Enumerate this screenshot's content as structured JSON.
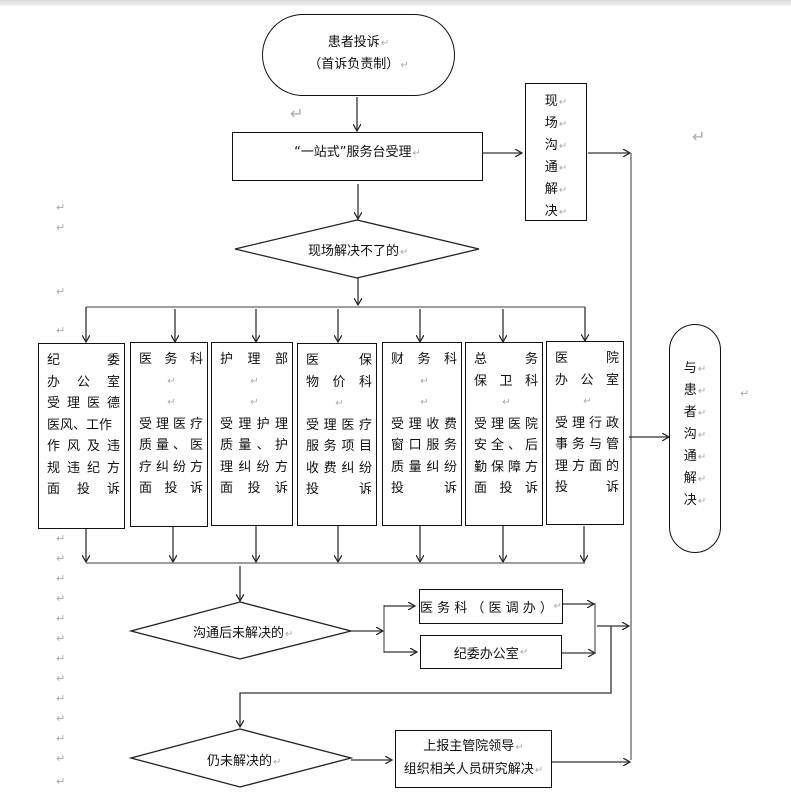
{
  "start": {
    "line1": "患者投诉",
    "line2": "（首诉负责制）"
  },
  "reception": {
    "label": "“一站式”服务台受理"
  },
  "onsite": {
    "chars": [
      "现",
      "场",
      "沟",
      "通",
      "解",
      "决"
    ]
  },
  "decision1": {
    "label": "现场解决不了的"
  },
  "departments": [
    {
      "title_rows": [
        [
          "纪",
          "委"
        ],
        [
          "办",
          "公",
          "室"
        ]
      ],
      "body_rows": [
        [
          "受",
          "理",
          "医",
          "德"
        ],
        [
          "医风、工作"
        ],
        [
          "作",
          "风",
          "及",
          "违"
        ],
        [
          "规",
          "违",
          "纪",
          "方"
        ],
        [
          "面",
          "投",
          "诉"
        ]
      ]
    },
    {
      "title_rows": [
        [
          "医",
          "务",
          "科"
        ]
      ],
      "body_rows": [
        [
          ""
        ],
        [
          ""
        ],
        [
          "受",
          "理",
          "医",
          "疗"
        ],
        [
          "质",
          "量",
          "、",
          "医"
        ],
        [
          "疗",
          "纠",
          "纷",
          "方"
        ],
        [
          "面",
          "投",
          "诉"
        ]
      ]
    },
    {
      "title_rows": [
        [
          "护",
          "理",
          "部"
        ]
      ],
      "body_rows": [
        [
          ""
        ],
        [
          ""
        ],
        [
          "受",
          "理",
          "护",
          "理"
        ],
        [
          "质",
          "量",
          "、",
          "护"
        ],
        [
          "理",
          "纠",
          "纷",
          "方"
        ],
        [
          "面",
          "投",
          "诉"
        ]
      ]
    },
    {
      "title_rows": [
        [
          "医",
          "保"
        ],
        [
          "物",
          "价",
          "科"
        ]
      ],
      "body_rows": [
        [
          ""
        ],
        [
          "受",
          "理",
          "医",
          "疗"
        ],
        [
          "服",
          "务",
          "项",
          "目"
        ],
        [
          "收",
          "费",
          "纠",
          "纷"
        ],
        [
          "投",
          "诉"
        ]
      ]
    },
    {
      "title_rows": [
        [
          "财",
          "务",
          "科"
        ]
      ],
      "body_rows": [
        [
          ""
        ],
        [
          ""
        ],
        [
          "受",
          "理",
          "收",
          "费"
        ],
        [
          "窗",
          "口",
          "服",
          "务"
        ],
        [
          "质",
          "量",
          "纠",
          "纷"
        ],
        [
          "投",
          "诉"
        ]
      ]
    },
    {
      "title_rows": [
        [
          "总",
          "务"
        ],
        [
          "保",
          "卫",
          "科"
        ]
      ],
      "body_rows": [
        [
          ""
        ],
        [
          "受",
          "理",
          "医",
          "院"
        ],
        [
          "安",
          "全",
          "、",
          "后"
        ],
        [
          "勤",
          "保",
          "障",
          "方"
        ],
        [
          "面",
          "投",
          "诉"
        ]
      ]
    },
    {
      "title_rows": [
        [
          "医",
          "院"
        ],
        [
          "办",
          "公",
          "室"
        ]
      ],
      "body_rows": [
        [
          ""
        ],
        [
          "受",
          "理",
          "行",
          "政"
        ],
        [
          "事",
          "务",
          "与",
          "管"
        ],
        [
          "理",
          "方",
          "面",
          "的"
        ],
        [
          "投",
          "诉"
        ]
      ]
    }
  ],
  "decision2": {
    "label": "沟通后未解决的"
  },
  "medical_office": {
    "label": "医 务 科 （ 医 调 办 ）"
  },
  "discipline_office": {
    "label": "纪委办公室"
  },
  "decision3": {
    "label": "仍未解决的"
  },
  "escalate": {
    "line1": "上报主管院领导",
    "line2": "组织相关人员研究解决"
  },
  "end": {
    "chars": [
      "与",
      "患",
      "者",
      "沟",
      "通",
      "解",
      "决"
    ]
  },
  "paragraph_mark": "↵"
}
